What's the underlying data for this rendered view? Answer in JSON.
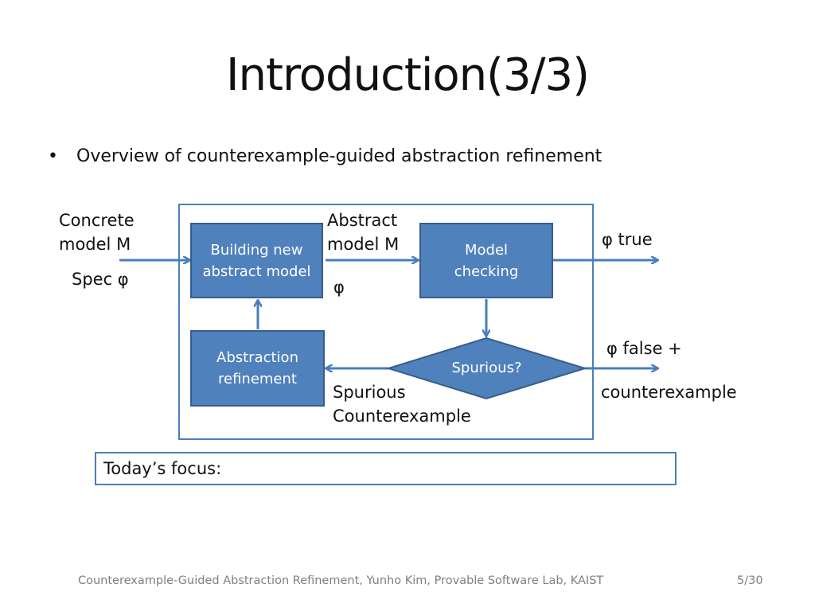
{
  "slide": {
    "title": "Introduction(3/3)",
    "bullet": "Overview of counterexample-guided abstraction refinement"
  },
  "diagram": {
    "nodes": {
      "building": "Building new abstract model",
      "model_checking": "Model checking",
      "spurious": "Spurious?",
      "refinement": "Abstraction refinement"
    },
    "labels": {
      "concrete_line1": "Concrete",
      "concrete_line2": "model M",
      "spec": "Spec φ",
      "abstract_line1": "Abstract",
      "abstract_line2": "model M",
      "abstract_phi": "φ",
      "phi_true": "φ true",
      "phi_false": "φ false +",
      "counterexample": "counterexample",
      "spurious_line1": "Spurious",
      "spurious_line2": "Counterexample"
    },
    "colors": {
      "node_fill": "#4f81bd",
      "node_border": "#385d8a",
      "arrow": "#4a7ebb"
    }
  },
  "focus": {
    "label": "Today’s focus:"
  },
  "footer": {
    "text": "Counterexample-Guided Abstraction Refinement, Yunho Kim, Provable Software Lab, KAIST",
    "page": "5/30"
  }
}
